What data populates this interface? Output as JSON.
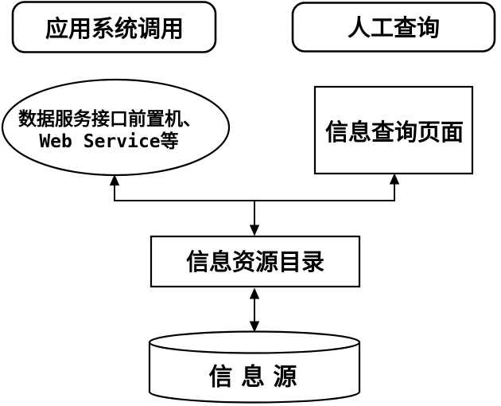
{
  "diagram": {
    "background_color": "#ffffff",
    "line_color": "#000000",
    "shape_fill_color": "#ffffff",
    "nodes": {
      "app_system_call": {
        "shape": "rounded-rectangle",
        "label": "应用系统调用"
      },
      "manual_query": {
        "shape": "rounded-rectangle",
        "label": "人工查询"
      },
      "data_service_frontend": {
        "shape": "ellipse",
        "label_line1": "数据服务接口前置机、",
        "label_line2": "Web Service等"
      },
      "info_query_page": {
        "shape": "rectangle",
        "label": "信息查询页面"
      },
      "info_resource_catalog": {
        "shape": "rectangle",
        "label": "信息资源目录"
      },
      "info_source": {
        "shape": "cylinder",
        "label": "信 息 源"
      }
    },
    "edges": [
      {
        "from": "branch-junction",
        "to": "data_service_frontend",
        "arrowhead": "up"
      },
      {
        "from": "branch-junction",
        "to": "info_query_page",
        "arrowhead": "up"
      },
      {
        "from": "branch-junction",
        "to": "info_resource_catalog",
        "arrowhead": "down"
      },
      {
        "from": "info_resource_catalog",
        "to": "info_source",
        "arrowhead": "both"
      }
    ]
  }
}
